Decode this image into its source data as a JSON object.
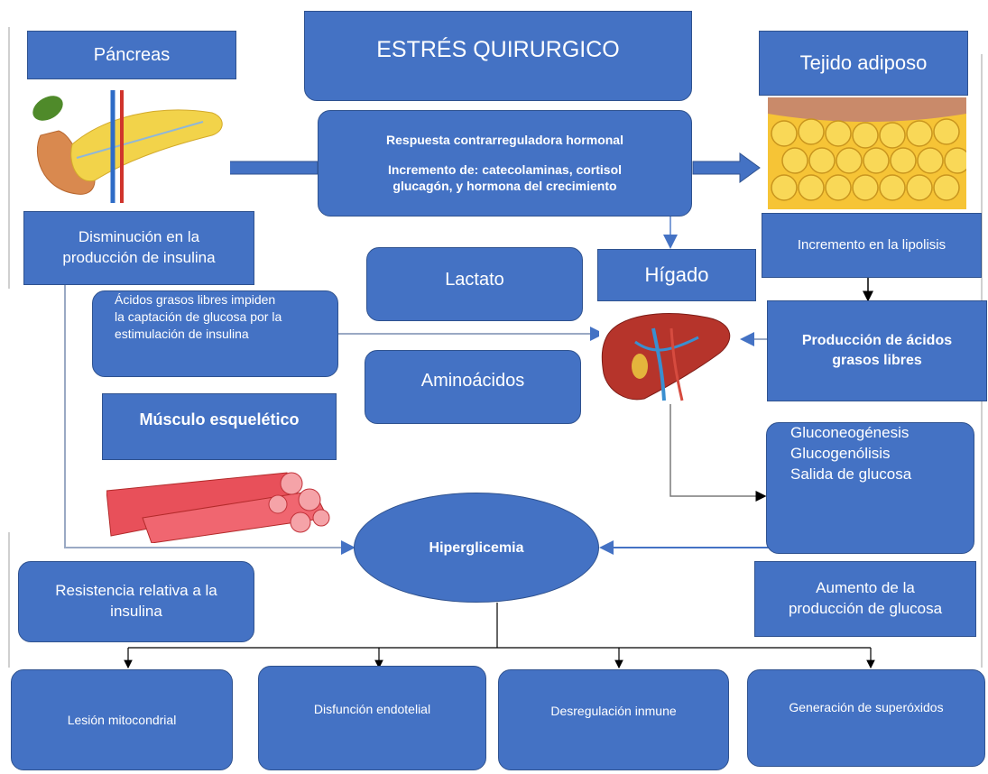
{
  "title": "ESTRÉS QUIRURGICO",
  "center": {
    "line1": "Respuesta contrarreguladora hormonal",
    "line2": "Incremento de: catecolaminas, cortisol",
    "line3": "glucagón, y hormona del crecimiento"
  },
  "pancreas": {
    "title": "Páncreas",
    "effect_line1": "Disminución en la",
    "effect_line2": "producción de insulina"
  },
  "adipose": {
    "title": "Tejido adiposo",
    "effect": "Incremento en la lipolisis",
    "ffa_line1": "Producción de ácidos",
    "ffa_line2": "grasos libres"
  },
  "liver": {
    "title": "Hígado"
  },
  "substrates": {
    "lactate": "Lactato",
    "amino": "Aminoácidos"
  },
  "ffa_muscle": {
    "line1": "Ácidos grasos libres impiden",
    "line2": "la captación de glucosa por la",
    "line3": "estimulación de insulina"
  },
  "muscle": {
    "title": "Músculo esquelético"
  },
  "liver_output": {
    "line1": "Gluconeogénesis",
    "line2": "Glucogenólisis",
    "line3": "Salida de glucosa"
  },
  "hyperglycemia": "Hiperglicemia",
  "insulin_resistance": {
    "line1": "Resistencia relativa a la",
    "line2": "insulina"
  },
  "glucose_increase": {
    "line1": "Aumento de la",
    "line2": "producción de glucosa"
  },
  "outcomes": [
    "Lesión mitocondrial",
    "Disfunción endotelial",
    "Desregulación inmune",
    "Generación de superóxidos"
  ],
  "colors": {
    "box": "#4472C4",
    "border": "#2F528F",
    "text": "#ffffff"
  }
}
